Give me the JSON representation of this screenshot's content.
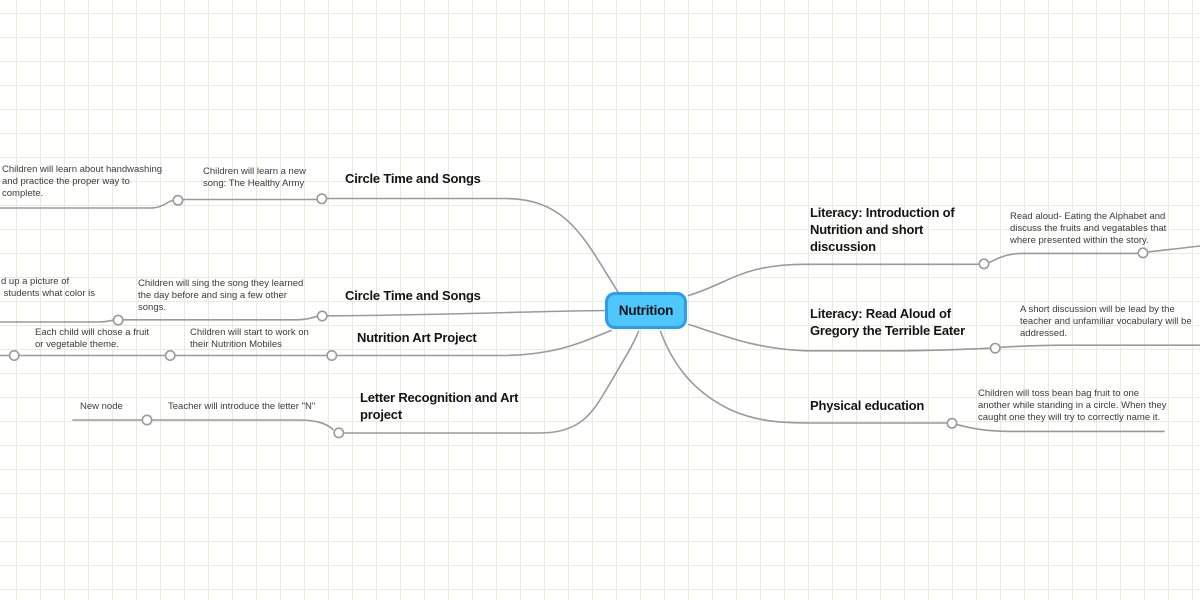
{
  "root": {
    "label": "Nutrition"
  },
  "colors": {
    "root_fill": "#4fc7fc",
    "root_border": "#2d9cee",
    "line": "#9a9a9a",
    "grid": "#e7ecdf",
    "note_text": "#3b3b3b",
    "title_text": "#141414"
  },
  "branches": {
    "circle_time_top": {
      "title": "Circle Time and Songs",
      "child": "Children will learn a new\nsong: The Healthy Army",
      "grandchild": "Children will learn about handwashing\nand practice the proper way to\ncomplete."
    },
    "circle_time_mid": {
      "title": "Circle Time and Songs",
      "child": "Children will sing the song they learned\nthe day before and sing a few other\nsongs.",
      "grandchild": "d up a picture of\n students what color is"
    },
    "nutrition_art": {
      "title": "Nutrition Art Project",
      "child": "Children will start to work on\ntheir Nutrition Mobiles",
      "grandchild": "Each child will chose a fruit\nor vegetable theme."
    },
    "letter_recognition": {
      "title": "Letter Recognition and Art\nproject",
      "child": "Teacher will introduce the letter \"N\"",
      "grandchild": "New node"
    },
    "literacy_intro": {
      "title": "Literacy: Introduction of\nNutrition and short\ndiscussion",
      "child": "Read aloud- Eating the Alphabet and\ndiscuss the fruits and vegatables that\nwhere presented within the story."
    },
    "literacy_read_aloud": {
      "title": "Literacy: Read Aloud of\nGregory the Terrible Eater",
      "child": "A short discussion will be lead by the\nteacher and unfamiliar vocabulary will be\naddressed."
    },
    "physical_education": {
      "title": "Physical education",
      "child": "Children will toss bean bag fruit to one\nanother while standing in a circle. When they\ncaught one they will try to correctly name it."
    }
  }
}
